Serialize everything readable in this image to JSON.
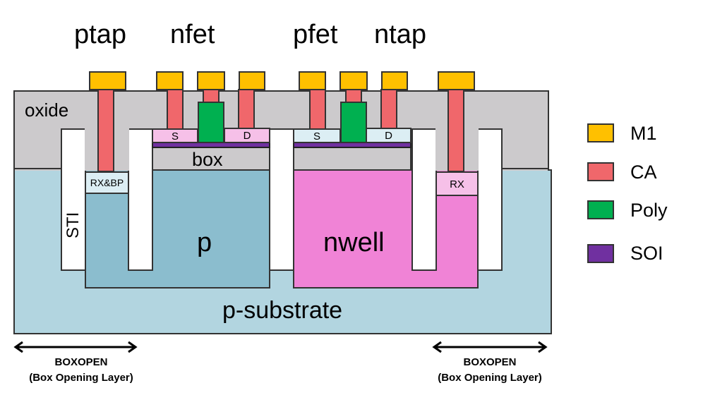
{
  "diagram": {
    "top_labels": {
      "ptap": "ptap",
      "nfet": "nfet",
      "pfet": "pfet",
      "ntap": "ntap"
    },
    "region_labels": {
      "oxide": "oxide",
      "box": "box",
      "sti": "STI",
      "p": "p",
      "nwell": "nwell",
      "substrate": "p-substrate",
      "rx_bp": "RX&BP",
      "rx": "RX",
      "source": "S",
      "drain": "D"
    },
    "legend": [
      {
        "label": "M1",
        "color": "#FFC000"
      },
      {
        "label": "CA",
        "color": "#F0676B"
      },
      {
        "label": "Poly",
        "color": "#00B050"
      },
      {
        "label": "SOI",
        "color": "#7030A0"
      }
    ],
    "annotations": [
      {
        "title": "BOXOPEN",
        "subtitle": "(Box Opening Layer)"
      },
      {
        "title": "BOXOPEN",
        "subtitle": "(Box Opening Layer)"
      }
    ],
    "colors": {
      "oxide": "#CCCACC",
      "substrate": "#B2D5E0",
      "pwell": "#8BBDCE",
      "nwell": "#F083D6",
      "nfet_sd": "#F6C0E8",
      "pfet_sd": "#DCEEF4",
      "rx_bp": "#DCEEF4",
      "rx": "#F6C0E8",
      "sti": "#FFFFFF"
    }
  }
}
